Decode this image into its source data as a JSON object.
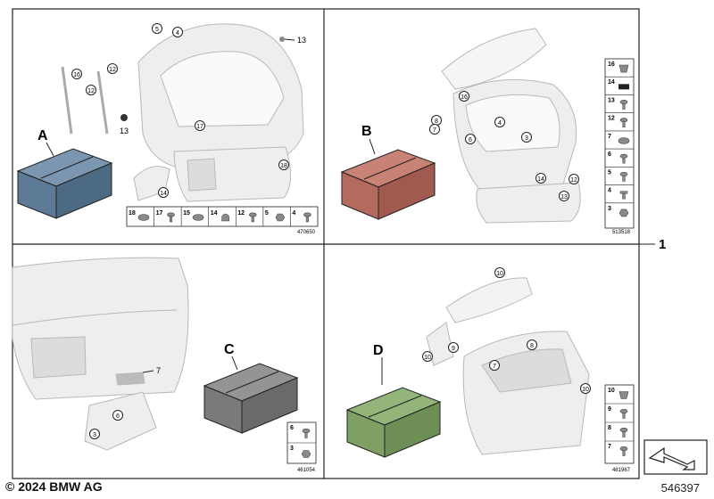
{
  "main_callout": "1",
  "quadrants": [
    {
      "id": "A",
      "box_label": "A",
      "box_color": "#5d7a96",
      "ref_number": "470650",
      "part_callouts": [
        "5",
        "4",
        "13",
        "16",
        "12",
        "12",
        "13",
        "17",
        "18",
        "14"
      ],
      "legend": [
        {
          "num": "18",
          "icon": "grommet-icon"
        },
        {
          "num": "17",
          "icon": "screw-icon"
        },
        {
          "num": "15",
          "icon": "grommet-icon"
        },
        {
          "num": "14",
          "icon": "cap-nut-icon"
        },
        {
          "num": "12",
          "icon": "screw-icon"
        },
        {
          "num": "5",
          "icon": "nut-icon"
        },
        {
          "num": "4",
          "icon": "screw-icon"
        }
      ]
    },
    {
      "id": "B",
      "box_label": "B",
      "box_color": "#b56a5e",
      "ref_number": "513518",
      "part_callouts": [
        "16",
        "8",
        "7",
        "6",
        "4",
        "3",
        "14",
        "12",
        "13"
      ],
      "legend": [
        {
          "num": "16",
          "icon": "clip-icon"
        },
        {
          "num": "14",
          "icon": "pad-icon"
        },
        {
          "num": "13",
          "icon": "screw-icon"
        },
        {
          "num": "12",
          "icon": "screw-icon"
        },
        {
          "num": "7",
          "icon": "grommet-icon"
        },
        {
          "num": "6",
          "icon": "screw-icon"
        },
        {
          "num": "5",
          "icon": "screw-icon"
        },
        {
          "num": "4",
          "icon": "rivet-icon"
        },
        {
          "num": "3",
          "icon": "nut-icon"
        }
      ]
    },
    {
      "id": "C",
      "box_label": "C",
      "box_color": "#7a7a7a",
      "ref_number": "461054",
      "part_callouts": [
        "7",
        "6",
        "3"
      ],
      "legend": [
        {
          "num": "6",
          "icon": "screw-icon"
        },
        {
          "num": "3",
          "icon": "nut-icon"
        }
      ]
    },
    {
      "id": "D",
      "box_label": "D",
      "box_color": "#7ea065",
      "ref_number": "481967",
      "part_callouts": [
        "10",
        "8",
        "10",
        "9",
        "7",
        "10"
      ],
      "legend": [
        {
          "num": "10",
          "icon": "clip-icon"
        },
        {
          "num": "9",
          "icon": "screw-icon"
        },
        {
          "num": "8",
          "icon": "screw-icon"
        },
        {
          "num": "7",
          "icon": "screw-icon"
        }
      ]
    }
  ],
  "footer": {
    "copyright": "© 2024 BMW AG",
    "diagram_number": "546397"
  }
}
